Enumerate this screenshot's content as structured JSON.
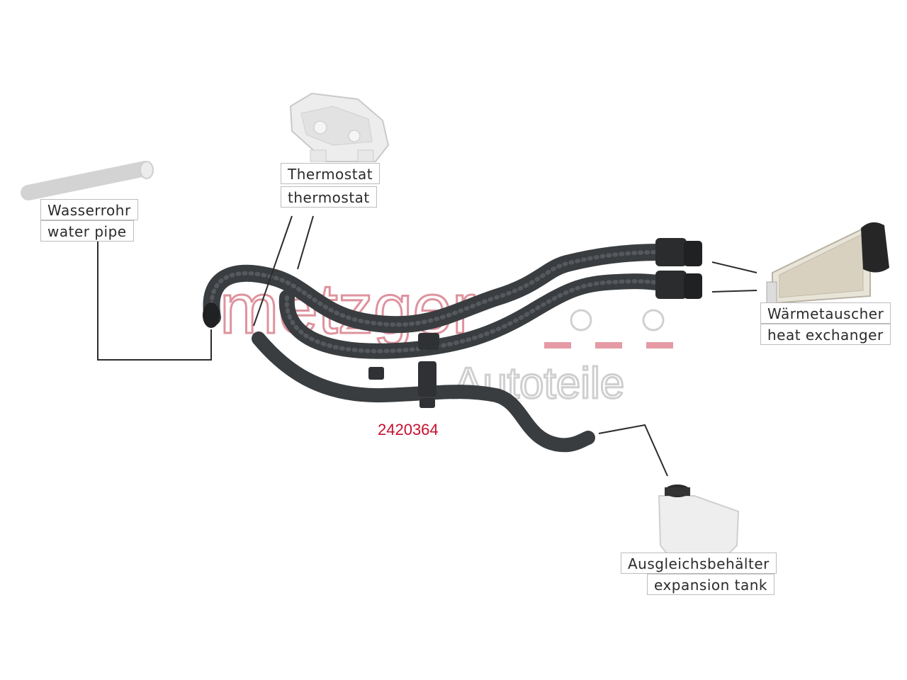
{
  "brand": {
    "logo_text": "metzger",
    "sub_text": "Autoteile",
    "logo_color": "#c8102e",
    "watermark_color": "#e0e0e0"
  },
  "part_number": "2420364",
  "hose_color": "#3a3d40",
  "components": {
    "water_pipe": {
      "label_de": "Wasserrohr",
      "label_en": "water pipe",
      "icon": "water-pipe-icon"
    },
    "thermostat": {
      "label_de": "Thermostat",
      "label_en": "thermostat",
      "icon": "thermostat-icon"
    },
    "heat_exchanger": {
      "label_de": "Wärmetauscher",
      "label_en": "heat exchanger",
      "icon": "heat-exchanger-icon"
    },
    "expansion_tank": {
      "label_de": "Ausgleichsbehälter",
      "label_en": "expansion tank",
      "icon": "expansion-tank-icon"
    }
  }
}
